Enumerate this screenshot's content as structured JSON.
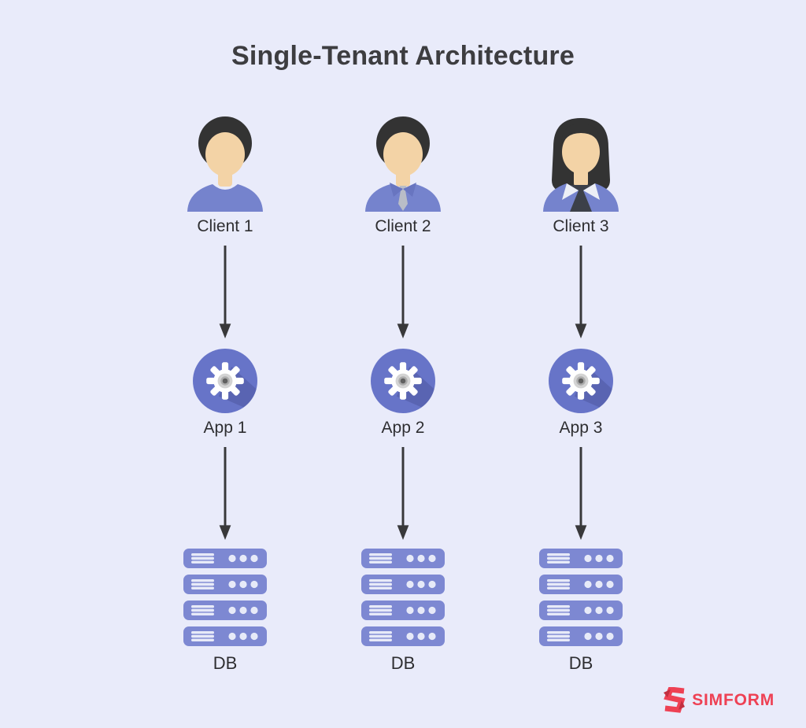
{
  "title": "Single-Tenant Architecture",
  "columns": [
    {
      "client_label": "Client 1",
      "app_label": "App 1",
      "db_label": "DB",
      "avatar": "male-short-hair-avatar"
    },
    {
      "client_label": "Client 2",
      "app_label": "App 2",
      "db_label": "DB",
      "avatar": "male-shirt-tie-avatar"
    },
    {
      "client_label": "Client 3",
      "app_label": "App 3",
      "db_label": "DB",
      "avatar": "female-long-hair-avatar"
    }
  ],
  "icons": {
    "client": "person-avatar-icon",
    "app": "gear-in-circle-icon",
    "db": "server-stack-icon",
    "connector": "arrow-down-icon",
    "brand": "simform-s-icon"
  },
  "logo": {
    "text": "SIMFORM"
  },
  "colors": {
    "background": "#e9ebfa",
    "title_text": "#3d3d40",
    "label_text": "#2e2e31",
    "arrow": "#38383a",
    "app_circle": "#6774c8",
    "db_fill": "#7d88d2",
    "db_detail": "#e7eaf8",
    "avatar_hair": "#333333",
    "avatar_skin": "#f3d3a6",
    "avatar_shirt": "#7583cd",
    "avatar_shirt_dark": "#6875c0",
    "tie_gray": "#b9bdc7",
    "lapel_white": "#edeff6",
    "inner_top_dark": "#3c4049",
    "logo_red": "#ee4154",
    "logo_red_dark": "#c22f40"
  }
}
